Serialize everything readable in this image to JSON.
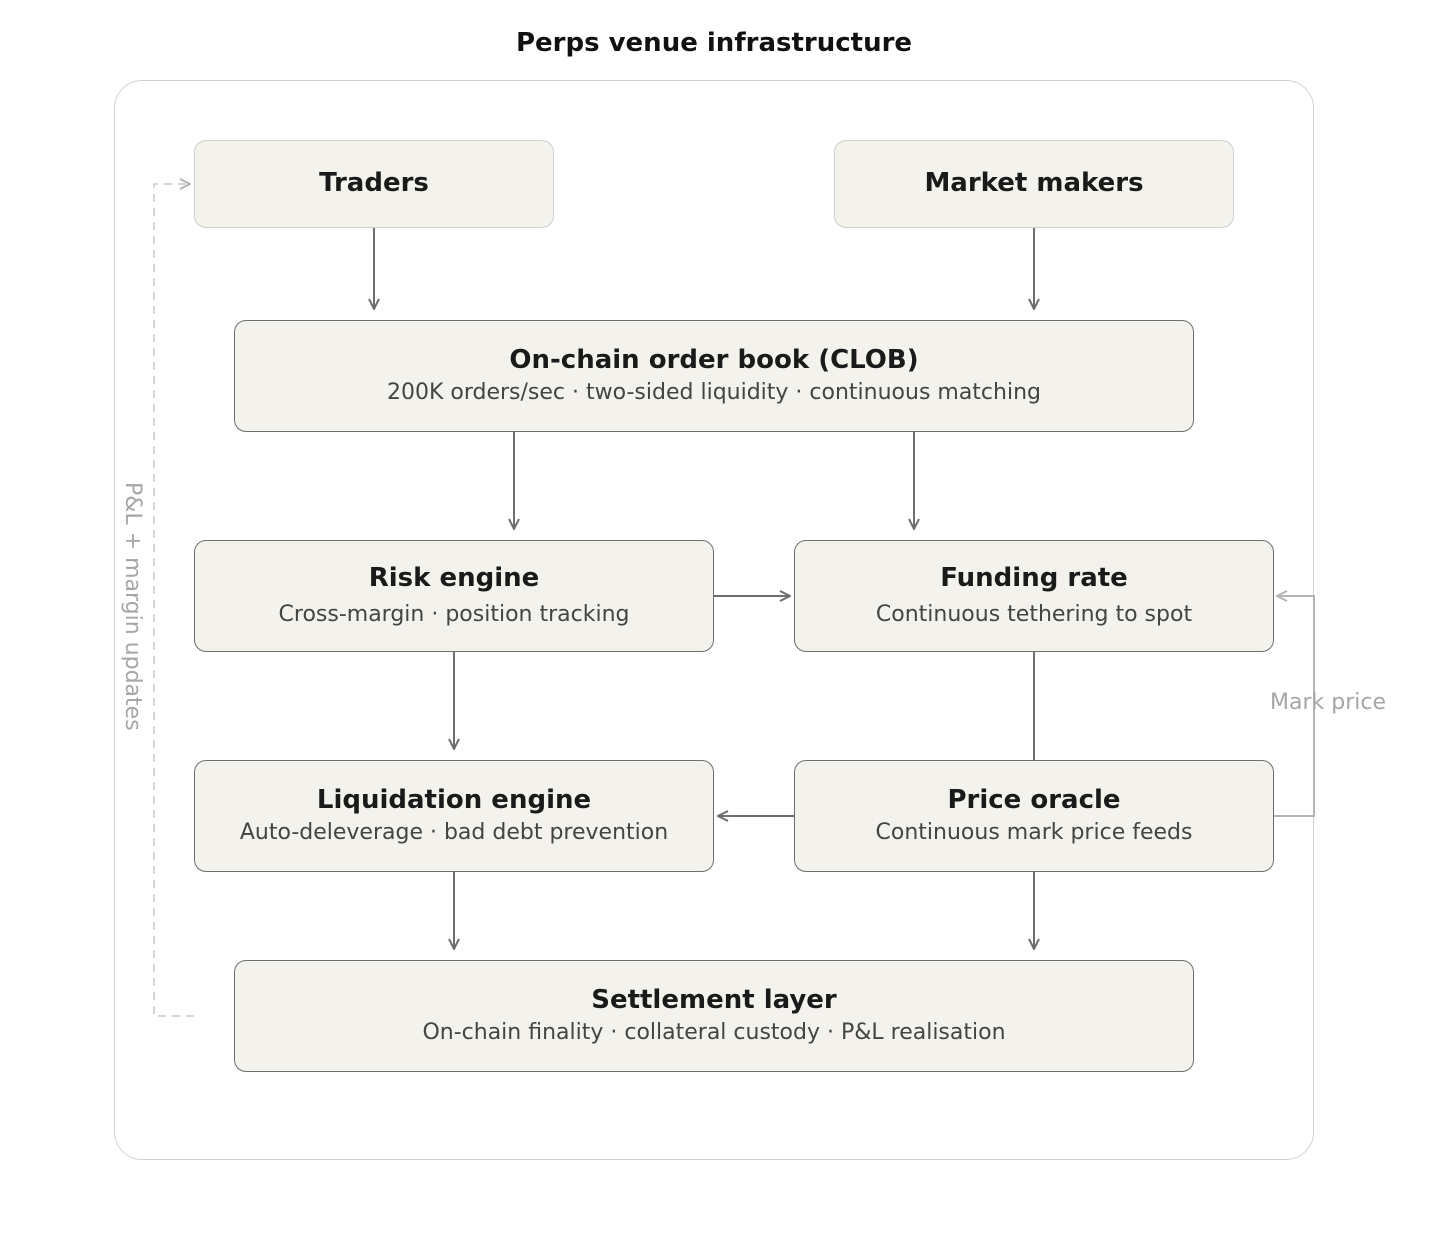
{
  "title": "Perps venue infrastructure",
  "nodes": {
    "traders": {
      "title": "Traders"
    },
    "market_makers": {
      "title": "Market makers"
    },
    "order_book": {
      "title": "On-chain order book (CLOB)",
      "subtitle": "200K orders/sec · two-sided liquidity · continuous matching"
    },
    "risk_engine": {
      "title": "Risk engine",
      "subtitle": "Cross-margin · position tracking"
    },
    "funding_rate": {
      "title": "Funding rate",
      "subtitle": "Continuous tethering to spot"
    },
    "liquidation_engine": {
      "title": "Liquidation engine",
      "subtitle": "Auto-deleverage · bad debt prevention"
    },
    "price_oracle": {
      "title": "Price oracle",
      "subtitle": "Continuous mark price feeds"
    },
    "settlement_layer": {
      "title": "Settlement layer",
      "subtitle": "On-chain finality · collateral custody · P&L realisation"
    }
  },
  "edge_labels": {
    "mark_price": "Mark price",
    "pnl_margin": "P&L + margin updates"
  },
  "colors": {
    "node_fill": "#f3f2ed",
    "node_border": "#6e6e6e",
    "arrow": "#6e6e6e",
    "feedback": "#b5b5b5"
  }
}
